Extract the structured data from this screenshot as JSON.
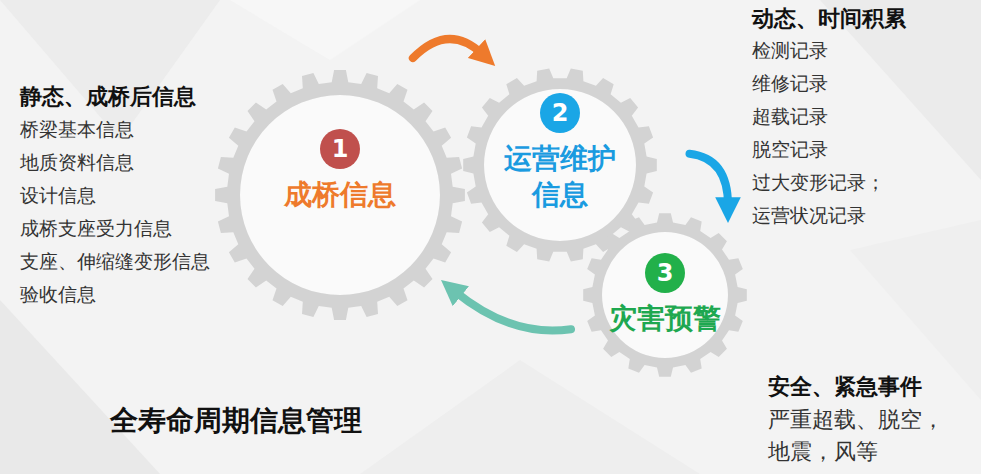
{
  "diagram": {
    "title": "全寿命周期信息管理",
    "nodes": [
      {
        "text": [
          "1",
          "成桥信息"
        ]
      },
      {
        "text": [
          "2",
          "运营维护信息"
        ]
      },
      {
        "text": [
          "3",
          "灾害预警"
        ]
      }
    ],
    "edges": [
      {
        "from": 0,
        "to": 1,
        "arrow": "to"
      },
      {
        "from": 1,
        "to": 2,
        "arrow": "to"
      },
      {
        "from": 2,
        "to": 0,
        "arrow": "to"
      }
    ],
    "labels": [
      "静态、成桥后信息",
      "桥梁基本信息",
      "地质资料信息",
      "设计信息",
      "成桥支座受力信息",
      "支座、伸缩缝变形信息",
      "验收信息",
      "动态、时间积累",
      "检测记录",
      "维修记录",
      "超载记录",
      "脱空记录",
      "过大变形记录；",
      "运营状况记录",
      "安全、紧急事件",
      "严重超载、脱空，",
      "地震，风等"
    ]
  }
}
